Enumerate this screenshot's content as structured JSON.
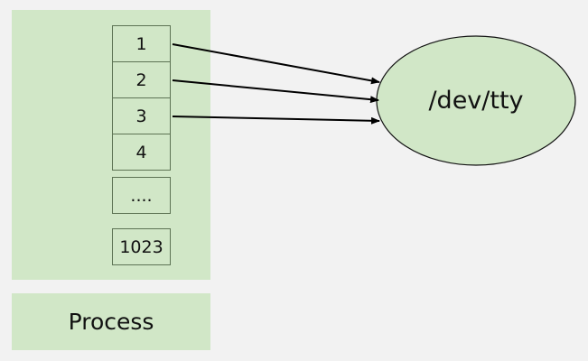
{
  "process_label": "Process",
  "fd_table": {
    "cells": [
      "1",
      "2",
      "3",
      "4"
    ],
    "ellipsis": "....",
    "last": "1023"
  },
  "device": {
    "label": "/dev/tty"
  },
  "arrows": [
    {
      "from": "1",
      "to": "/dev/tty"
    },
    {
      "from": "2",
      "to": "/dev/tty"
    },
    {
      "from": "3",
      "to": "/dev/tty"
    }
  ],
  "colors": {
    "fill": "#d1e7c7",
    "border": "#5d7354",
    "background": "#f2f2f2",
    "line": "#000000"
  }
}
